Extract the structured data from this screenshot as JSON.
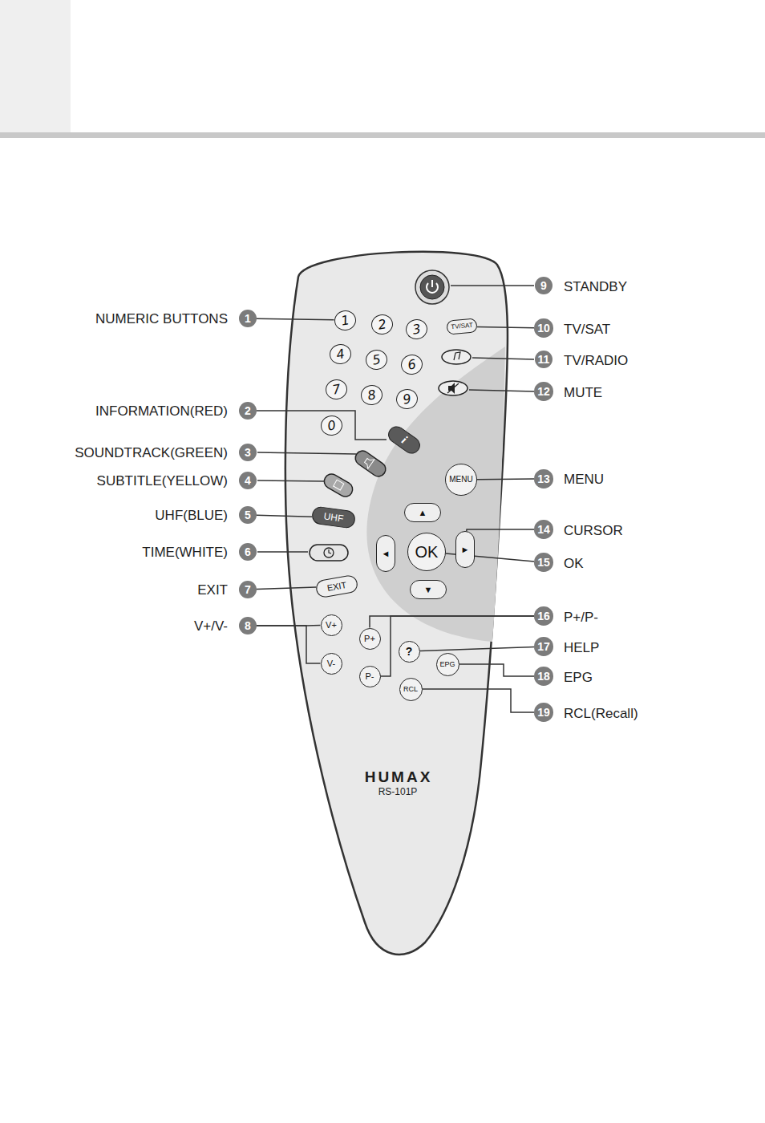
{
  "diagram": {
    "nodes": [
      {
        "text": [
          "1"
        ]
      },
      {
        "text": [
          "2"
        ]
      },
      {
        "text": [
          "3"
        ]
      },
      {
        "text": [
          "4"
        ]
      },
      {
        "text": [
          "5"
        ]
      },
      {
        "text": [
          "6"
        ]
      },
      {
        "text": [
          "7"
        ]
      },
      {
        "text": [
          "8"
        ]
      },
      {
        "text": [
          "9"
        ]
      },
      {
        "text": [
          "10"
        ]
      },
      {
        "text": [
          "11"
        ]
      },
      {
        "text": [
          "12"
        ]
      },
      {
        "text": [
          "13"
        ]
      },
      {
        "text": [
          "14"
        ]
      },
      {
        "text": [
          "15"
        ]
      },
      {
        "text": [
          "16"
        ]
      },
      {
        "text": [
          "17"
        ]
      },
      {
        "text": [
          "18"
        ]
      },
      {
        "text": [
          "19"
        ]
      },
      {
        "text": [
          "1"
        ]
      },
      {
        "text": [
          "2"
        ]
      },
      {
        "text": [
          "3"
        ]
      },
      {
        "text": [
          "4"
        ]
      },
      {
        "text": [
          "5"
        ]
      },
      {
        "text": [
          "6"
        ]
      },
      {
        "text": [
          "7"
        ]
      },
      {
        "text": [
          "8"
        ]
      },
      {
        "text": [
          "9"
        ]
      },
      {
        "text": [
          "0"
        ]
      },
      {
        "text": [
          "i"
        ]
      },
      {
        "text": [
          "UHF"
        ]
      },
      {
        "text": [
          "EXIT"
        ]
      },
      {
        "text": [
          "V+"
        ]
      },
      {
        "text": [
          "V-"
        ]
      },
      {
        "text": [
          "P+"
        ]
      },
      {
        "text": [
          "P-"
        ]
      },
      {
        "text": [
          "?"
        ]
      },
      {
        "text": [
          "EPG"
        ]
      },
      {
        "text": [
          "RCL"
        ]
      },
      {
        "text": [
          "TV/SAT"
        ]
      },
      {
        "text": [
          "MENU"
        ]
      },
      {
        "text": [
          "▲"
        ]
      },
      {
        "text": [
          "◄"
        ]
      },
      {
        "text": [
          "OK"
        ]
      },
      {
        "text": [
          "►"
        ]
      },
      {
        "text": [
          "▼"
        ]
      }
    ],
    "edges": [
      {
        "from": 0,
        "to": 19,
        "arrow": "none"
      },
      {
        "from": 1,
        "to": 29,
        "arrow": "none"
      },
      {
        "from": 4,
        "to": 30,
        "arrow": "none"
      },
      {
        "from": 6,
        "to": 31,
        "arrow": "none"
      },
      {
        "from": 7,
        "to": 32,
        "arrow": "none"
      },
      {
        "from": 7,
        "to": 33,
        "arrow": "none"
      },
      {
        "from": 9,
        "to": 39,
        "arrow": "none"
      },
      {
        "from": 12,
        "to": 40,
        "arrow": "none"
      },
      {
        "from": 13,
        "to": 44,
        "arrow": "none"
      },
      {
        "from": 14,
        "to": 43,
        "arrow": "none"
      },
      {
        "from": 15,
        "to": 34,
        "arrow": "none"
      },
      {
        "from": 15,
        "to": 35,
        "arrow": "none"
      },
      {
        "from": 16,
        "to": 36,
        "arrow": "none"
      },
      {
        "from": 17,
        "to": 37,
        "arrow": "none"
      },
      {
        "from": 18,
        "to": 38,
        "arrow": "none"
      }
    ],
    "labels": [
      "NUMERIC BUTTONS",
      "INFORMATION(RED)",
      "SOUNDTRACK(GREEN)",
      "SUBTITLE(YELLOW)",
      "UHF(BLUE)",
      "TIME(WHITE)",
      "EXIT",
      "V+/V-",
      "STANDBY",
      "TV/SAT",
      "TV/RADIO",
      "MUTE",
      "MENU",
      "CURSOR",
      "OK",
      "P+/P-",
      "HELP",
      "EPG",
      "RCL(Recall)",
      "HUMAX",
      "RS-101P"
    ]
  }
}
